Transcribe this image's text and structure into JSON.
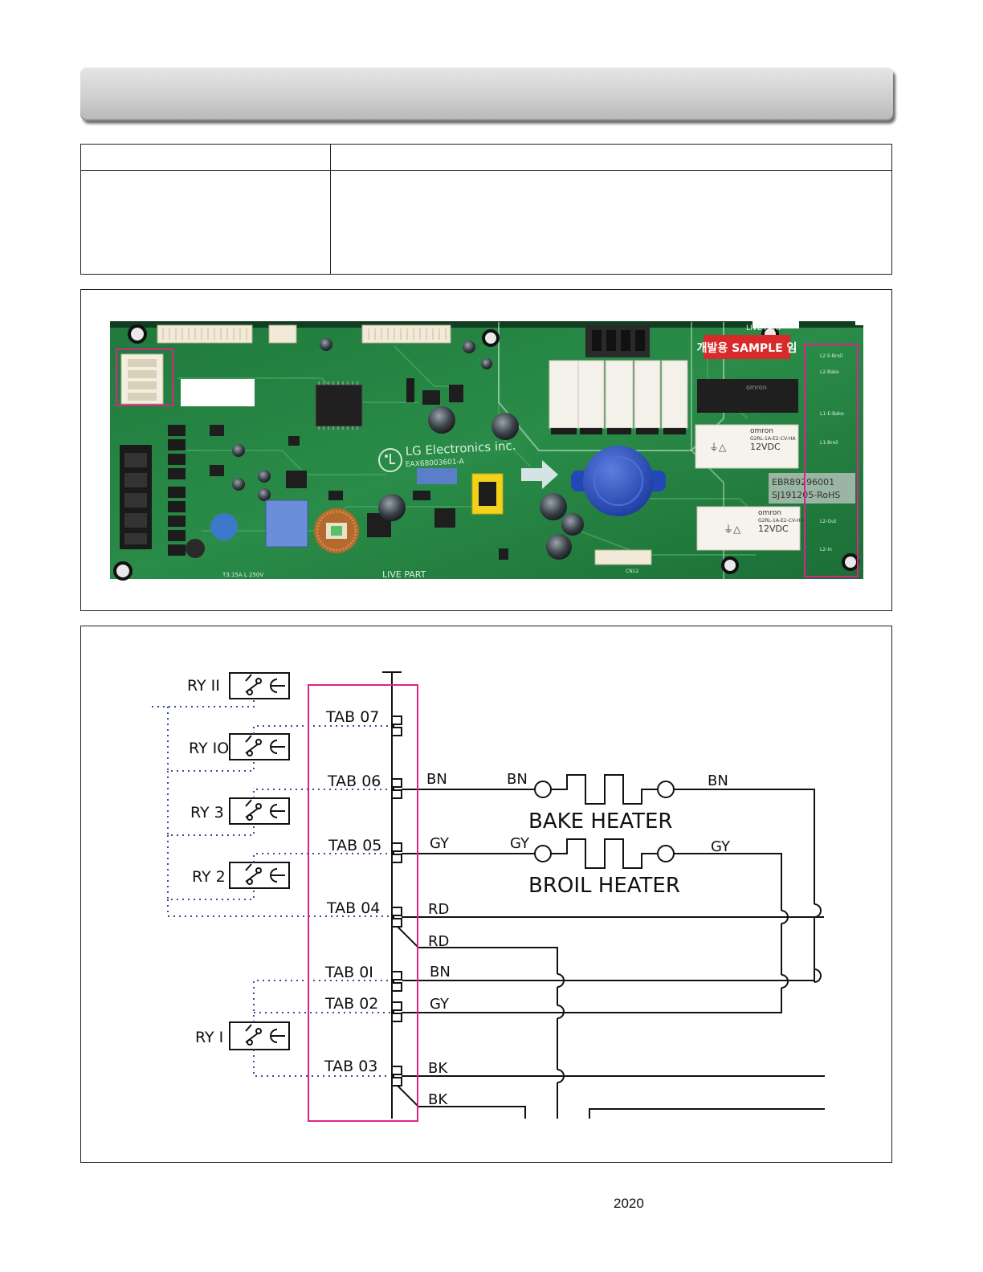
{
  "board": {
    "sticker": "개발용 SAMPLE 임",
    "maker": "LG Electronics inc.",
    "part_no": "EAX68003601-A",
    "live_part_top": "LIVE PART",
    "live_part_bottom": "LIVE PART",
    "model_line1": "EBR89296001",
    "model_line2": "SJ191205-RoHS",
    "relay_brand": "omron",
    "relay_model_a": "G2RL-1A-E2-CV-HA",
    "relay_voltage": "12VDC",
    "relay_model_b": "G2RL-1A-E2-CV-HA",
    "fuse_label": "T3.15A L 250V",
    "connector_label": "CN12",
    "pad_labels": [
      "L2 E-Broil",
      "L2-Bake",
      "L1-E-Bake",
      "L1-Broil",
      "L2-Out",
      "L2-In"
    ]
  },
  "diagram": {
    "relays": [
      "RY II",
      "RY IO",
      "RY 3",
      "RY 2",
      "RY I"
    ],
    "tabs": [
      "TAB 07",
      "TAB 06",
      "TAB 05",
      "TAB 04",
      "TAB 0I",
      "TAB 02",
      "TAB 03"
    ],
    "heaters": [
      "BAKE HEATER",
      "BROIL HEATER"
    ],
    "wire_colors": {
      "bn": "BN",
      "gy": "GY",
      "rd": "RD",
      "bk": "BK"
    }
  },
  "footer": {
    "year": "2020"
  }
}
